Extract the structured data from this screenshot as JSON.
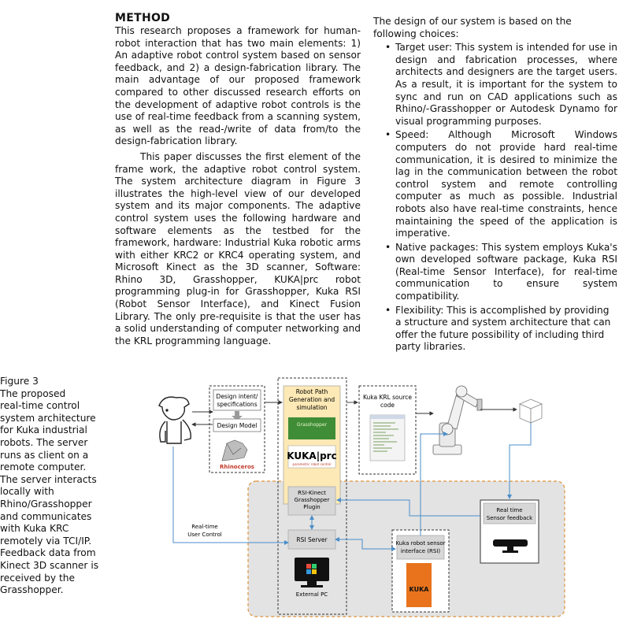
{
  "method": {
    "heading": "METHOD",
    "para1": "This research proposes a framework for human-robot interaction that has two main elements: 1) An adaptive robot control system based on sensor feedback, and 2) a design-fabrication library. The main advantage of our proposed framework compared to other discussed research efforts on the development of adaptive robot controls is the use of real-time feedback from a scanning system, as well as the read-/write of data from/to the design-fabrication library.",
    "para2": "This paper discusses the first element of the frame work, the adaptive robot control system. The system architecture diagram in Figure 3 illustrates the high-level view of our developed system and its major components. The adaptive control system uses the following hardware and software elements as the testbed for the framework, hardware: Industrial Kuka robotic arms with either KRC2 or KRC4 operating system, and Microsoft Kinect as the 3D scanner, Software: Rhino 3D, Grasshopper, KUKA|prc robot programming plug-in for Grasshopper, Kuka RSI (Robot Sensor Interface), and Kinect Fusion Library. The only pre-requisite is that the user has a solid understanding of computer networking and the KRL programming language."
  },
  "design": {
    "intro": "The design of our system is based on the following choices:",
    "bullets": [
      "Target user: This system is intended for use in design and fabrication processes, where architects and designers are the target users. As a result, it is important for the system to sync and run on CAD applications such as Rhino/-Grasshopper or Autodesk Dynamo for visual programming purposes.",
      "Speed: Although Microsoft Windows computers do not provide hard real-time communication, it is desired to minimize the lag in the communication between the robot control system and remote controlling computer as much as possible. Industrial robots also have real-time constraints, hence maintaining the speed of the application is imperative.",
      "Native packages: This system employs Kuka's own developed software package, Kuka RSI (Real-time Sensor Interface), for real-time communication to ensure system compatibility.",
      "Flexibility: This is accomplished by providing a structure and system architecture that can offer the future possibility of including third party libraries."
    ]
  },
  "caption": {
    "lines": [
      "Figure 3",
      "The proposed",
      "real-time control",
      "system architecture",
      "for Kuka industrial",
      "robots. The server",
      "runs as client on a",
      "remote computer.",
      "The server interacts",
      "locally with",
      "Rhino/Grasshopper",
      "and communicates",
      "with Kuka KRC",
      "remotely via TCI/IP.",
      "Feedback data from",
      "Kinect 3D scanner is",
      "received by the",
      "Grasshopper."
    ]
  },
  "diagram": {
    "design_intent": [
      "Design intent/",
      "specifications"
    ],
    "design_model": "Design Model",
    "rhino_logo": "Rhinoceros",
    "robot_path": [
      "Robot Path",
      "Generation and",
      "simulation"
    ],
    "grasshopper_logo": "Grasshopper",
    "kuka_prc_logo": "KUKA|prc",
    "kuka_prc_sub": "parametric robot control",
    "rsi_kinect": [
      "RSI-Kinect",
      "Grasshopper",
      "Plugin"
    ],
    "krl_source": [
      "Kuka KRL source",
      "code"
    ],
    "realtime_user": [
      "Real-time",
      "User Control"
    ],
    "rsi_server": "RSI Server",
    "external_pc": "External PC",
    "kuka_sensor_iface": [
      "Kuka robot sensor",
      "interface (RSI)"
    ],
    "kuka_logo": "KUKA",
    "realtime_sensor": [
      "Real time",
      "Sensor feedback"
    ],
    "colors": {
      "dashed_orange": "#e0923b",
      "gray_panel": "#e3e3e3",
      "arrow_blue": "#4a8ec9",
      "box_gray": "#d7d7d7",
      "kuka_orange": "#e8731c"
    }
  }
}
